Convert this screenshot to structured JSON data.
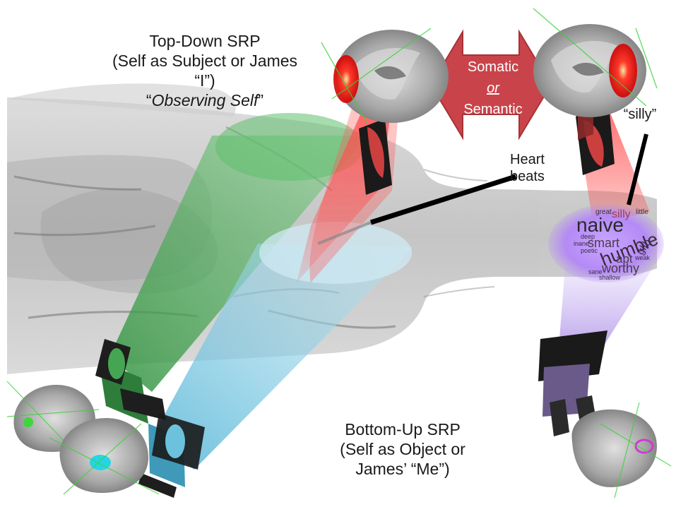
{
  "labels": {
    "top_down_title": "Top-Down SRP",
    "top_down_subtitle": "(Self as Subject or James “I”)",
    "top_down_quote_open": "“",
    "top_down_quote_text": "Observing Self",
    "top_down_quote_close": "”",
    "bottom_up_title": "Bottom-Up SRP",
    "bottom_up_line2": "(Self as Object or",
    "bottom_up_line3": "James’ “Me”)",
    "arrow_top": "Somatic",
    "arrow_mid": "or",
    "arrow_bottom": "Semantic",
    "word_pointer": "“silly”",
    "heart_line1": "Heart",
    "heart_line2": "beats"
  },
  "word_cloud": [
    {
      "word": "great",
      "size": "small"
    },
    {
      "word": "silly",
      "size": "medium"
    },
    {
      "word": "little",
      "size": "small"
    },
    {
      "word": "naive",
      "size": "large"
    },
    {
      "word": "deep",
      "size": "small"
    },
    {
      "word": "smart",
      "size": "medium"
    },
    {
      "word": "humble",
      "size": "large"
    },
    {
      "word": "inane",
      "size": "small"
    },
    {
      "word": "glib",
      "size": "medium"
    },
    {
      "word": "poetic",
      "size": "small"
    },
    {
      "word": "apt",
      "size": "medium"
    },
    {
      "word": "weak",
      "size": "small"
    },
    {
      "word": "worthy",
      "size": "medium"
    },
    {
      "word": "sane",
      "size": "small"
    },
    {
      "word": "shallow",
      "size": "small"
    }
  ],
  "colors": {
    "top_down_beam": "#e23a3a",
    "arrow_fill": "#c9444a",
    "green_beam": "#3aa34a",
    "cyan_beam": "#7fc8e0",
    "purple_beam": "#9b6ee0",
    "brain_grey": "#9a9a9a",
    "activation_red": "#ff2a2a",
    "activation_cyan": "#27d4e6",
    "activation_green": "#3dd63d",
    "activation_magenta": "#d23ad2"
  },
  "icons": [
    "brain-coronal-left",
    "brain-coronal-right",
    "brain-sagittal-green",
    "brain-sagittal-cyan",
    "brain-sagittal-magenta",
    "body-silhouette",
    "projector-green",
    "projector-cyan",
    "projector-purple",
    "mirror-red-left",
    "mirror-red-right"
  ]
}
